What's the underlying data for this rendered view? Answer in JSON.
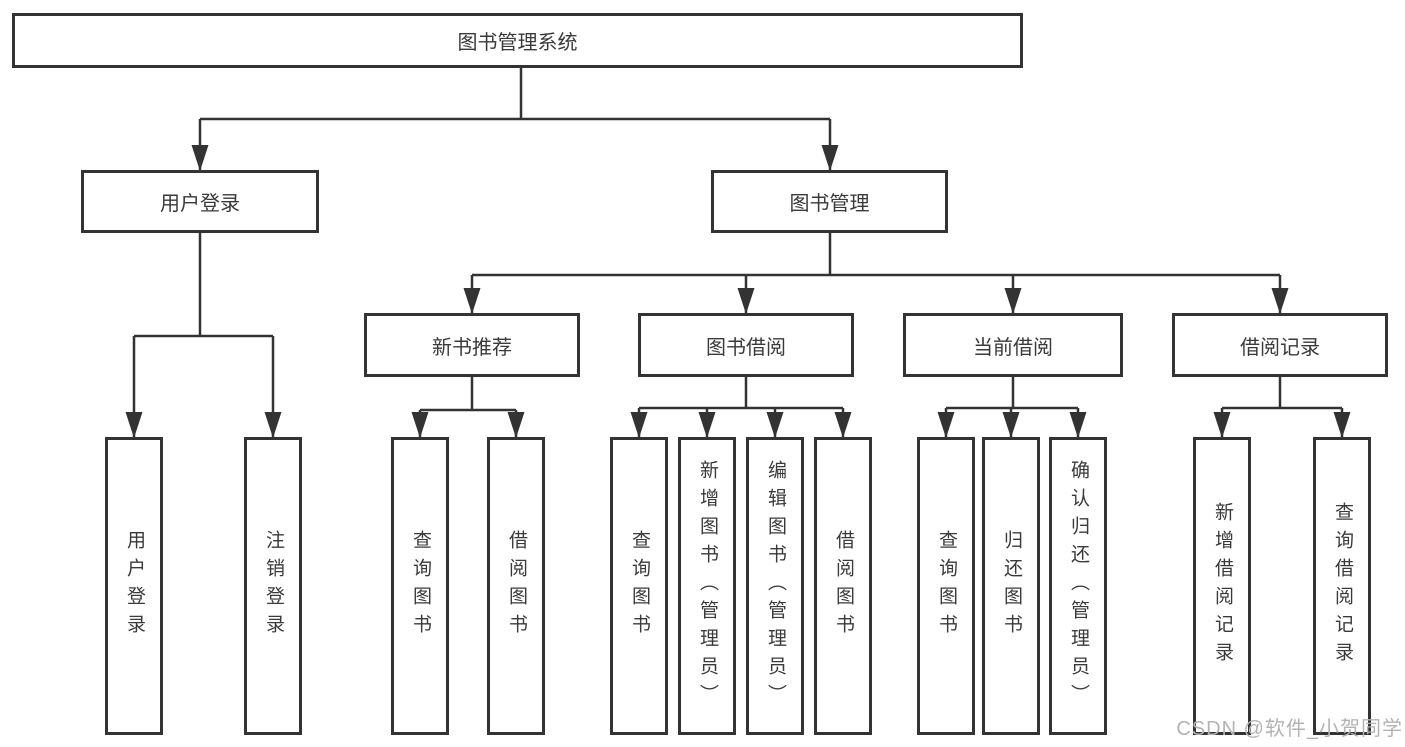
{
  "watermark": "CSDN @软件_小贺同学",
  "colors": {
    "line": "#333333",
    "text": "#3a3a3a",
    "box_background": "#ffffff",
    "watermark": "#b3b3b3"
  },
  "tree": {
    "label": "图书管理系统",
    "children": [
      {
        "label": "用户登录",
        "children": [
          {
            "label": "用户登录"
          },
          {
            "label": "注销登录"
          }
        ]
      },
      {
        "label": "图书管理",
        "children": [
          {
            "label": "新书推荐",
            "children": [
              {
                "label": "查询图书"
              },
              {
                "label": "借阅图书"
              }
            ]
          },
          {
            "label": "图书借阅",
            "children": [
              {
                "label": "查询图书"
              },
              {
                "label": "新增图书（管理员）"
              },
              {
                "label": "编辑图书（管理员）"
              },
              {
                "label": "借阅图书"
              }
            ]
          },
          {
            "label": "当前借阅",
            "children": [
              {
                "label": "查询图书"
              },
              {
                "label": "归还图书"
              },
              {
                "label": "确认归还（管理员）"
              }
            ]
          },
          {
            "label": "借阅记录",
            "children": [
              {
                "label": "新增借阅记录"
              },
              {
                "label": "查询借阅记录"
              }
            ]
          }
        ]
      }
    ]
  }
}
